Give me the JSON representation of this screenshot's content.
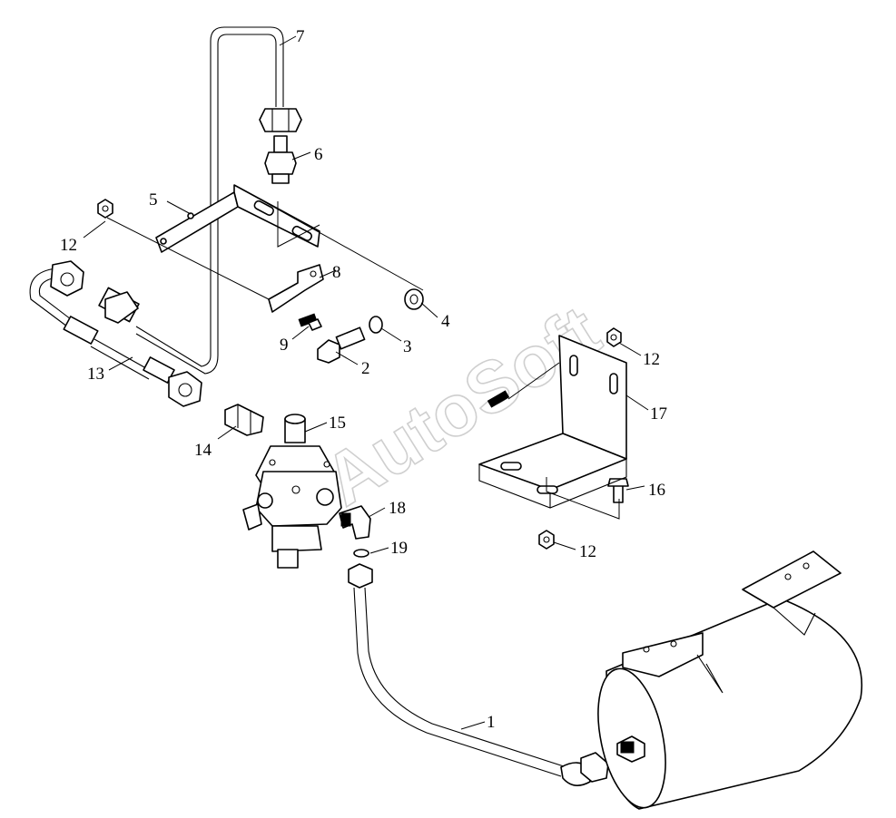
{
  "watermark": "AutoSoft",
  "callouts": {
    "c1": "1",
    "c2": "2",
    "c3": "3",
    "c4": "4",
    "c5": "5",
    "c6": "6",
    "c7": "7",
    "c8": "8",
    "c9": "9",
    "c12a": "12",
    "c12b": "12",
    "c12c": "12",
    "c13": "13",
    "c14": "14",
    "c15": "15",
    "c16": "16",
    "c17": "17",
    "c18": "18",
    "c19": "19"
  }
}
